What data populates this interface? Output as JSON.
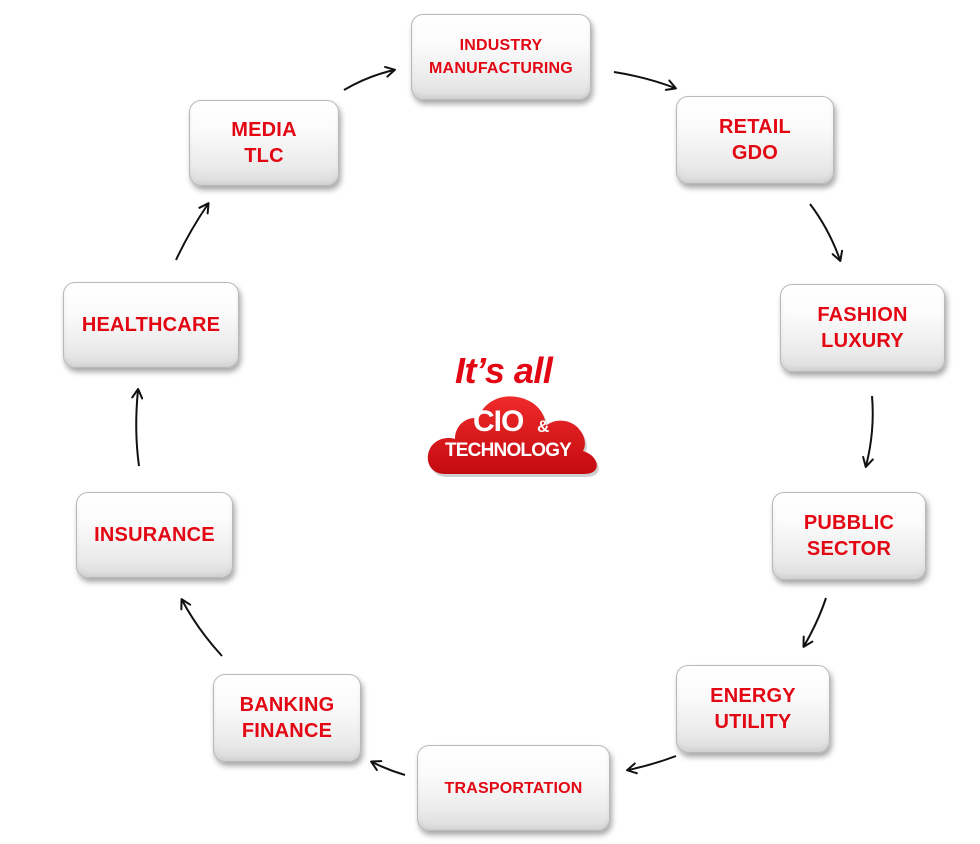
{
  "diagram": {
    "nodes": [
      {
        "id": "industry",
        "lines": [
          "INDUSTRY",
          "MANUFACTURING"
        ]
      },
      {
        "id": "retail",
        "lines": [
          "RETAIL",
          "GDO"
        ]
      },
      {
        "id": "fashion",
        "lines": [
          "FASHION",
          "LUXURY"
        ]
      },
      {
        "id": "public",
        "lines": [
          "PUBBLIC",
          "SECTOR"
        ]
      },
      {
        "id": "energy",
        "lines": [
          "ENERGY",
          "UTILITY"
        ]
      },
      {
        "id": "transportation",
        "lines": [
          "TRASPORTATION"
        ]
      },
      {
        "id": "banking",
        "lines": [
          "BANKING",
          "FINANCE"
        ]
      },
      {
        "id": "insurance",
        "lines": [
          "INSURANCE"
        ]
      },
      {
        "id": "healthcare",
        "lines": [
          "HEALTHCARE"
        ]
      },
      {
        "id": "media",
        "lines": [
          "MEDIA",
          "TLC"
        ]
      }
    ],
    "edges": [
      [
        "industry",
        "retail"
      ],
      [
        "retail",
        "fashion"
      ],
      [
        "fashion",
        "public"
      ],
      [
        "public",
        "energy"
      ],
      [
        "energy",
        "transportation"
      ],
      [
        "transportation",
        "banking"
      ],
      [
        "banking",
        "insurance"
      ],
      [
        "insurance",
        "healthcare"
      ],
      [
        "healthcare",
        "media"
      ],
      [
        "media",
        "industry"
      ]
    ]
  },
  "logo": {
    "tagline": "It’s all",
    "line1": "CIO",
    "ampersand": "&",
    "line2": "TECHNOLOGY"
  },
  "colors": {
    "accent": "#e30613",
    "arrow": "#111111"
  }
}
